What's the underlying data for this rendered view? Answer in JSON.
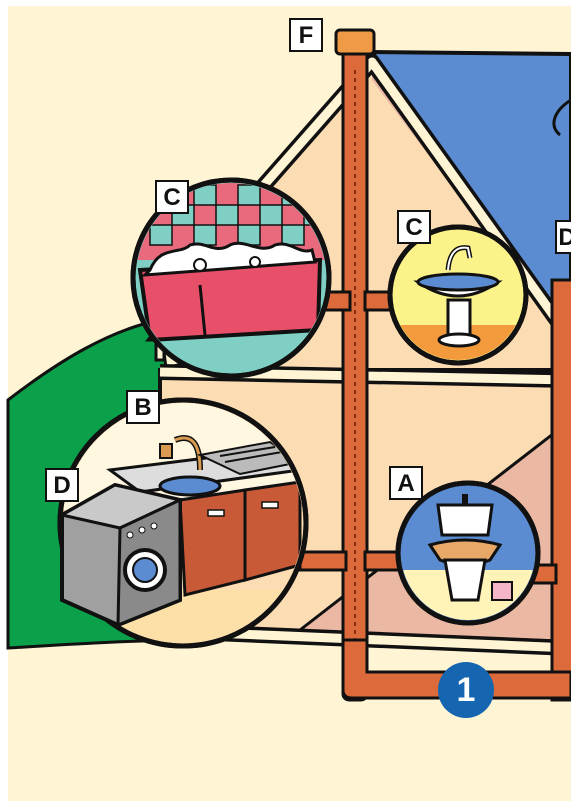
{
  "diagram": {
    "labels": {
      "f": "F",
      "c_bath": "C",
      "c_sink": "C",
      "d_right": "D",
      "b": "B",
      "d_left": "D",
      "a": "A"
    },
    "step_number": "1"
  },
  "colors": {
    "background": "#fff5d4",
    "hill": "#0aa14a",
    "roof": "#5b8bd0",
    "wall_light": "#fbdcb3",
    "wall_pink": "#eab8a3",
    "pipe": "#dd6a3a",
    "badge": "#1565b0"
  },
  "icons": [
    "bathtub-icon",
    "sink-icon",
    "kitchen-sink-icon",
    "washing-machine-icon",
    "toilet-icon"
  ]
}
